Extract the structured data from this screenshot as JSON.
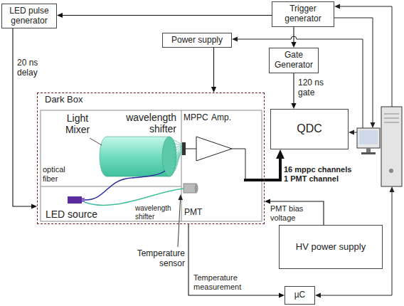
{
  "diagram": {
    "nodes": [
      {
        "text": [
          "LED pulse generator"
        ]
      },
      {
        "text": [
          "Trigger generator"
        ]
      },
      {
        "text": [
          "Power supply"
        ]
      },
      {
        "text": [
          "Gate Generator"
        ]
      },
      {
        "text": [
          "Dark Box"
        ]
      },
      {
        "text": [
          "QDC"
        ]
      },
      {
        "text": [
          "HV power supply"
        ]
      },
      {
        "text": [
          "µC"
        ]
      }
    ],
    "edges": [
      {
        "from": 1,
        "to": 0,
        "arrow": "to"
      },
      {
        "from": 1,
        "to": 3,
        "arrow": "to"
      },
      {
        "from": 2,
        "to": 4,
        "arrow": "to"
      },
      {
        "from": 0,
        "to": 4,
        "label": "20 ns delay",
        "arrow": "to"
      },
      {
        "from": 3,
        "to": 5,
        "label": "120 ns gate",
        "arrow": "to"
      },
      {
        "from": 4,
        "to": 5,
        "label": "16 mppc channels 1 PMT channel",
        "arrow": "to"
      },
      {
        "from": 6,
        "to": 4,
        "label": "PMT bias voltage",
        "arrow": "to"
      },
      {
        "from": 4,
        "to": 7,
        "label": "Temperature measurement",
        "arrow": "to"
      }
    ],
    "labels": [
      "Light Mixer",
      "wavelength shifter",
      "MPPC",
      "Amp.",
      "optical fiber",
      "LED source",
      "wavelength shifter",
      "PMT",
      "Temperature sensor"
    ]
  }
}
